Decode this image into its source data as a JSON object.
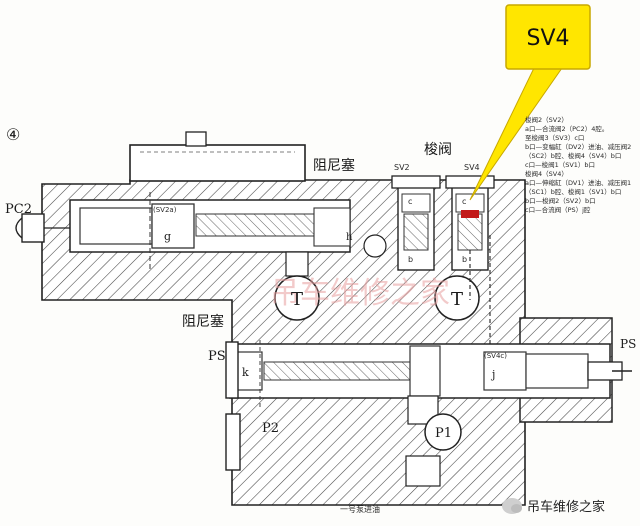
{
  "callout": {
    "label": "SV4"
  },
  "figure": {
    "number": "④",
    "caption": "一号泵进油"
  },
  "labels": {
    "pc2": "PC2",
    "ps_left": "PS",
    "ps_right": "PS",
    "p2": "P2",
    "p1": "P1",
    "t_left": "T",
    "t_right": "T",
    "damper_top": "阻尼塞",
    "damper_left": "阻尼塞",
    "check_valve": "梭阀",
    "sv2": "SV2",
    "sv4": "SV4",
    "g": "g",
    "g_sub": "(SV2a)",
    "h": "h",
    "k": "k",
    "j": "j",
    "j_sub": "(SV4c)",
    "b1": "b",
    "b2": "b",
    "c1": "c",
    "c2": "c"
  },
  "notes": [
    "梭阀2（SV2）",
    "a口—合流阀2（PC2）4腔。",
    "   至梭阀3（SV3）c口",
    "b口—变幅缸（DV2）进油、减压阀2",
    "   （SC2）b腔、梭阀4（SV4）b口",
    "c口—梭阀1（SV1）b口",
    "梭阀4（SV4）",
    "a口—伸缩缸（DV1）进油、减压阀1",
    "   （SC1）b腔、梭阀1（SV1）b口",
    "b口—梭阀2（SV2）b口",
    "c口—合流阀（PS）j腔"
  ],
  "watermark": "吊车维修之家",
  "brand": {
    "name": "吊车维修之家"
  }
}
